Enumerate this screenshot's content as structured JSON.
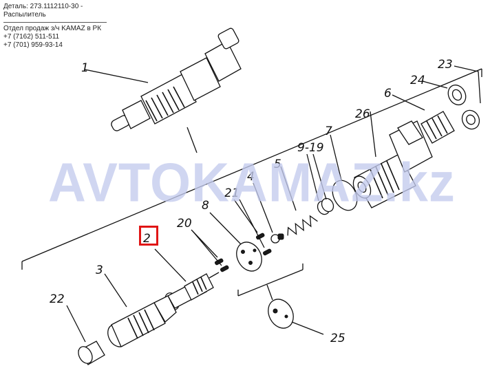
{
  "header": {
    "part_line": "Деталь: 273.1112110-30 - Распылитель",
    "divider": "------------------------------------------------",
    "dept": "Отдел продаж з/ч KAMAZ в РК",
    "phone1": "+7 (7162) 511-511",
    "phone2": "+7 (701) 959-93-14"
  },
  "watermark": "AVTOKAMAZ.kz",
  "highlight_color": "#e01515",
  "labels": {
    "l1": "1",
    "l2": "2",
    "l3": "3",
    "l4": "4",
    "l5": "5",
    "l6": "6",
    "l7": "7",
    "l8": "8",
    "l9_19": "9-19",
    "l20": "20",
    "l21": "21",
    "l22": "22",
    "l23": "23",
    "l24": "24",
    "l25": "25",
    "l26": "26"
  }
}
